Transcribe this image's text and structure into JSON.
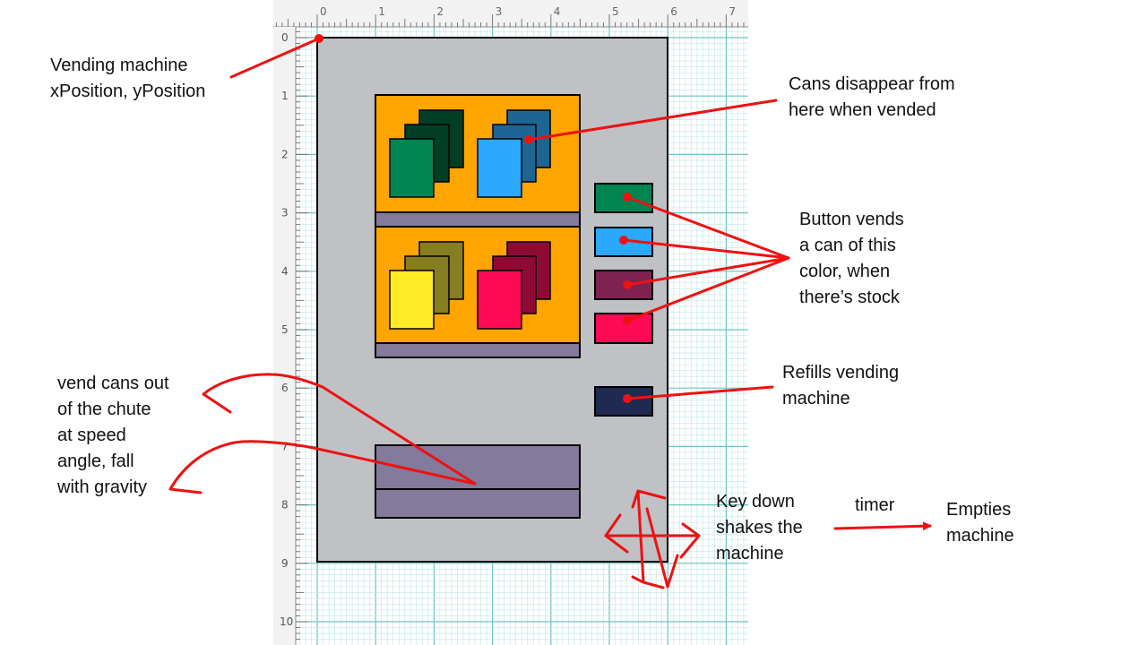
{
  "ruler": {
    "x_ticks": [
      "0",
      "1",
      "2",
      "3",
      "4",
      "5",
      "6",
      "7"
    ],
    "y_ticks": [
      "0",
      "1",
      "2",
      "3",
      "4",
      "5",
      "6",
      "7",
      "8",
      "9",
      "10"
    ]
  },
  "colors": {
    "machine_body": "#c0c1c4",
    "display_window": "#ffa500",
    "shelf": "#847a9b",
    "chute": "#847a9b",
    "can_green": "#008552",
    "can_green_back": "#003f26",
    "can_blue": "#2aa9ff",
    "can_blue_back": "#1d6694",
    "can_yellow": "#ffec26",
    "can_yellow_back": "#877d23",
    "can_pink": "#ff0a54",
    "can_pink_back": "#8e0a35",
    "button_green": "#008552",
    "button_blue": "#2aa9ff",
    "button_maroon": "#7e2351",
    "button_pink": "#ff0a54",
    "button_refill": "#1e2a50",
    "annotation": "#ee1111",
    "grid_line": "#bfe6e6",
    "grid_major": "#6ec3c3"
  },
  "annotations": {
    "position": [
      "Vending machine",
      "xPosition, yPosition"
    ],
    "cans": [
      "Cans disappear from",
      "here when vended"
    ],
    "buttons": [
      "Button vends",
      "a can of this",
      "color, when",
      "there’s stock"
    ],
    "refill": [
      "Refills vending",
      "machine"
    ],
    "vend": [
      "vend cans out",
      "of the chute",
      "at speed",
      "angle, fall",
      "with gravity"
    ],
    "shake": [
      "Key down",
      "shakes the",
      "machine"
    ],
    "timer": "timer",
    "empties": [
      "Empties",
      "machine"
    ]
  }
}
